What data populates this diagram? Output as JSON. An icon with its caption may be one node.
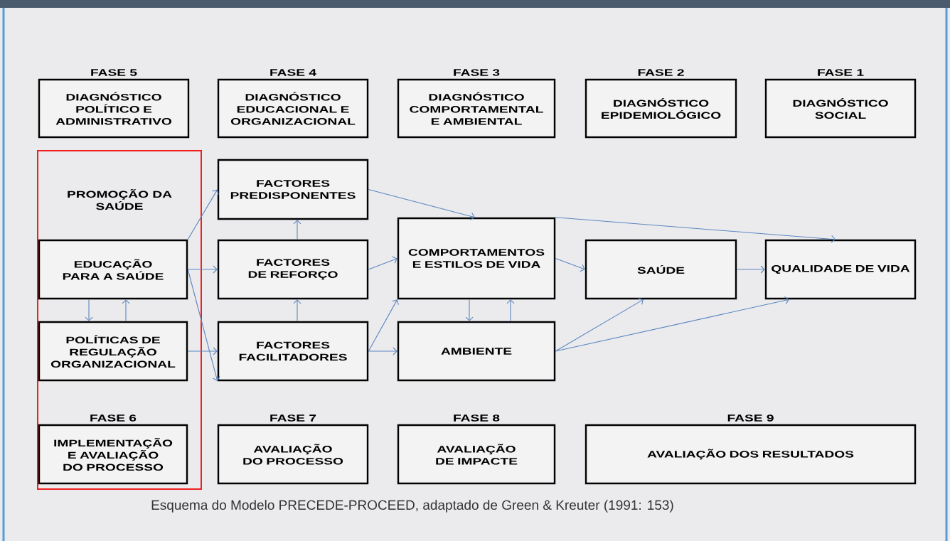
{
  "diagram": {
    "caption": "Esquema do Modelo PRECEDE-PROCEED, adaptado de Green & Kreuter (1991: 153)",
    "nodes": [
      {
        "text": [
          "FASE 5",
          "DIAGNÓSTICO POLÍTICO E ADMINISTRATIVO"
        ]
      },
      {
        "text": [
          "FASE 4",
          "DIAGNÓSTICO EDUCACIONAL E ORGANIZACIONAL"
        ]
      },
      {
        "text": [
          "FASE 3",
          "DIAGNÓSTICO COMPORTAMENTAL E AMBIENTAL"
        ]
      },
      {
        "text": [
          "FASE 2",
          "DIAGNÓSTICO EPIDEMIOLÓGICO"
        ]
      },
      {
        "text": [
          "FASE 1",
          "DIAGNÓSTICO SOCIAL"
        ]
      },
      {
        "text": [
          "PROMOÇÃO DA SAÚDE"
        ]
      },
      {
        "text": [
          "EDUCAÇÃO PARA A SAÚDE"
        ],
        "in": 5
      },
      {
        "text": [
          "POLÍTICAS DE REGULAÇÃO ORGANIZACIONAL"
        ],
        "in": 5
      },
      {
        "text": [
          "FASE 6",
          "IMPLEMENTAÇÃO E AVALIAÇÃO DO PROCESSO"
        ],
        "in": 5
      },
      {
        "text": [
          "FACTORES PREDISPONENTES"
        ]
      },
      {
        "text": [
          "FACTORES DE REFORÇO"
        ]
      },
      {
        "text": [
          "FACTORES FACILITADORES"
        ]
      },
      {
        "text": [
          "COMPORTAMENTOS E ESTILOS DE VIDA"
        ]
      },
      {
        "text": [
          "AMBIENTE"
        ]
      },
      {
        "text": [
          "SAÚDE"
        ]
      },
      {
        "text": [
          "QUALIDADE DE VIDA"
        ]
      },
      {
        "text": [
          "FASE 7",
          "AVALIAÇÃO DO PROCESSO"
        ]
      },
      {
        "text": [
          "FASE 8",
          "AVALIAÇÃO DE IMPACTE"
        ]
      },
      {
        "text": [
          "FASE 9",
          "AVALIAÇÃO DOS RESULTADOS"
        ]
      }
    ],
    "edges": [
      {
        "from": 6,
        "to": 9,
        "arrow": "to"
      },
      {
        "from": 6,
        "to": 10,
        "arrow": "to"
      },
      {
        "from": 6,
        "to": 11,
        "arrow": "to"
      },
      {
        "from": 7,
        "to": 11,
        "arrow": "to"
      },
      {
        "from": 6,
        "to": 7,
        "arrow": "to"
      },
      {
        "from": 7,
        "to": 6,
        "arrow": "to"
      },
      {
        "from": 11,
        "to": 10,
        "arrow": "to"
      },
      {
        "from": 10,
        "to": 9,
        "arrow": "to"
      },
      {
        "from": 9,
        "to": 12,
        "arrow": "to"
      },
      {
        "from": 10,
        "to": 12,
        "arrow": "to"
      },
      {
        "from": 11,
        "to": 12,
        "arrow": "to"
      },
      {
        "from": 11,
        "to": 13,
        "arrow": "to"
      },
      {
        "from": 12,
        "to": 13,
        "arrow": "to"
      },
      {
        "from": 13,
        "to": 12,
        "arrow": "to"
      },
      {
        "from": 12,
        "to": 14,
        "arrow": "to"
      },
      {
        "from": 12,
        "to": 15,
        "arrow": "to"
      },
      {
        "from": 14,
        "to": 15,
        "arrow": "to"
      },
      {
        "from": 13,
        "to": 14,
        "arrow": "to"
      },
      {
        "from": 13,
        "to": 15,
        "arrow": "to"
      }
    ]
  }
}
